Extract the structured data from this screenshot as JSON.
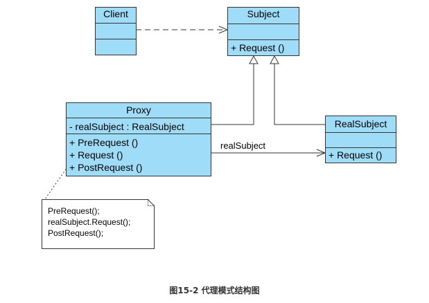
{
  "client": {
    "name": "Client"
  },
  "subject": {
    "name": "Subject",
    "method": "+ Request ()"
  },
  "proxy": {
    "name": "Proxy",
    "attribute": "- realSubject : RealSubject",
    "methods": [
      "+ PreRequest ()",
      "+ Request ()",
      "+ PostRequest ()"
    ]
  },
  "real_subject": {
    "name": "RealSubject",
    "method": "+ Request ()"
  },
  "association_label": "realSubject",
  "note": {
    "lines": [
      "PreRequest();",
      "realSubject.Request();",
      "PostRequest();"
    ]
  },
  "caption": "图15-2 代理模式结构图",
  "colors": {
    "class_fill": "#9fdcf7",
    "border": "#333333"
  }
}
